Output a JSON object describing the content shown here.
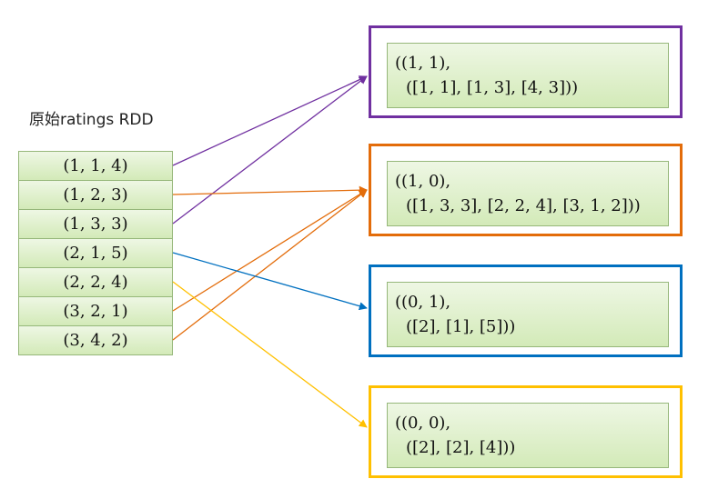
{
  "title": "原始ratings RDD",
  "rows": [
    "(1, 1, 4)",
    "(1, 2, 3)",
    "(1, 3, 3)",
    "(2, 1, 5)",
    "(2, 2, 4)",
    "(3, 2, 1)",
    "(3, 4, 2)"
  ],
  "partitions": [
    {
      "line1": "((1, 1),",
      "line2": "([1, 1], [1, 3], [4, 3]))",
      "color": "#7030a0"
    },
    {
      "line1": "((1, 0),",
      "line2": "([1, 3, 3], [2, 2, 4], [3, 1, 2]))",
      "color": "#e36c0a"
    },
    {
      "line1": "((0, 1),",
      "line2": "([2], [1], [5]))",
      "color": "#0070c0"
    },
    {
      "line1": "((0, 0),",
      "line2": "([2], [2], [4]))",
      "color": "#ffc000"
    }
  ],
  "arrows": [
    {
      "from_row": 0,
      "to_partition": 0
    },
    {
      "from_row": 2,
      "to_partition": 0
    },
    {
      "from_row": 1,
      "to_partition": 1
    },
    {
      "from_row": 5,
      "to_partition": 1
    },
    {
      "from_row": 6,
      "to_partition": 1
    },
    {
      "from_row": 3,
      "to_partition": 2
    },
    {
      "from_row": 4,
      "to_partition": 3
    }
  ]
}
